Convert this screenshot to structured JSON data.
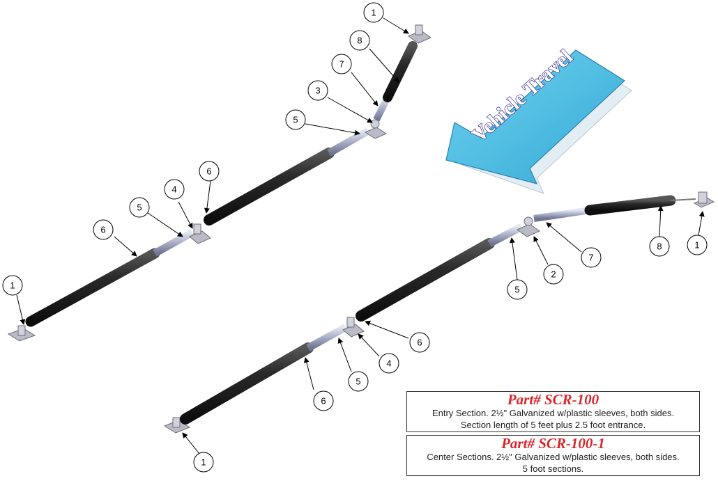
{
  "callouts": {
    "top_1": "1",
    "top_8": "8",
    "top_7": "7",
    "top_3": "3",
    "top_5": "5",
    "left_6a": "6",
    "left_4": "4",
    "left_5": "5",
    "left_6b": "6",
    "left_1": "1",
    "right_1": "1",
    "right_8": "8",
    "right_7": "7",
    "right_2": "2",
    "right_5": "5",
    "mid_6": "6",
    "mid_4": "4",
    "mid_5": "5",
    "mid_6b": "6",
    "bottom_1": "1"
  },
  "arrow": {
    "label": "Vehicle Travel"
  },
  "parts": [
    {
      "title": "Part# SCR-100",
      "description": "Entry Section. 2½\" Galvanized w/plastic sleeves, both sides.\nSection length of 5 feet plus 2.5 foot entrance."
    },
    {
      "title": "Part# SCR-100-1",
      "description": "Center Sections. 2½\" Galvanized w/plastic sleeves, both sides.\n5 foot sections."
    }
  ],
  "colors": {
    "title_red": "#d8262b",
    "arrow_blue": "#4fc3e6",
    "pipe_black": "#1f1f1f",
    "pipe_steel": "#a9afc4"
  }
}
